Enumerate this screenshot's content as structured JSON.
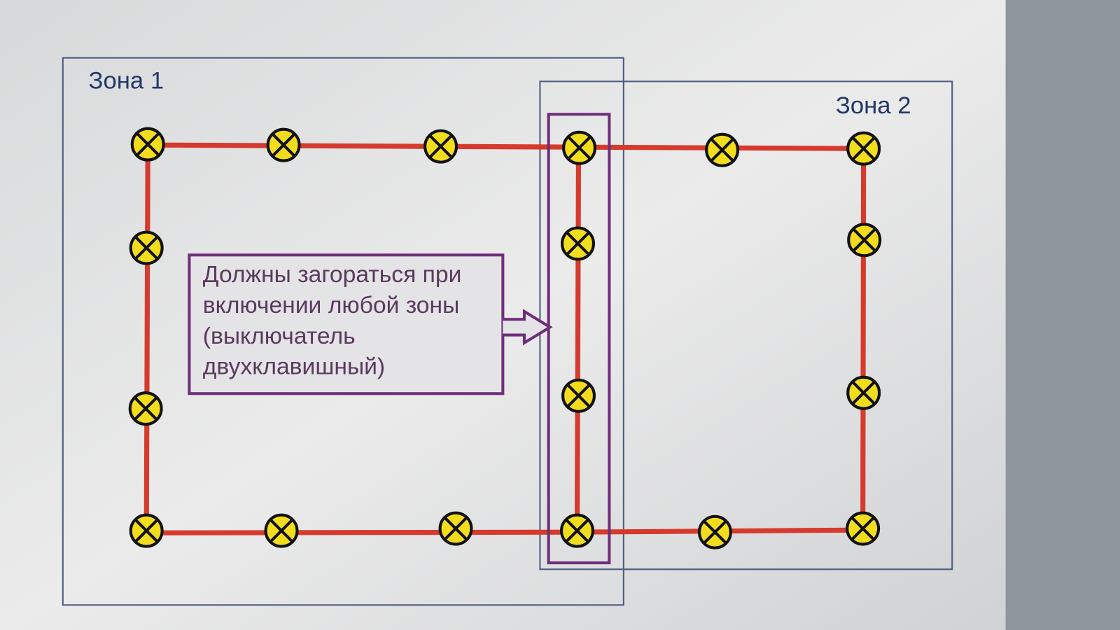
{
  "diagram": {
    "zone1_label": "Зона 1",
    "zone2_label": "Зона 2",
    "note_lines": [
      "Должны загораться при",
      "включении любой зоны",
      "(выключатель",
      "двухклавишный)"
    ],
    "lamp_count": 18,
    "colors": {
      "wire": "#d63a2c",
      "lamp": "#f2dc1e",
      "zone_border": "#4a5a80",
      "highlight_border": "#6e2f7a",
      "panel": "#e6e6e6"
    }
  }
}
